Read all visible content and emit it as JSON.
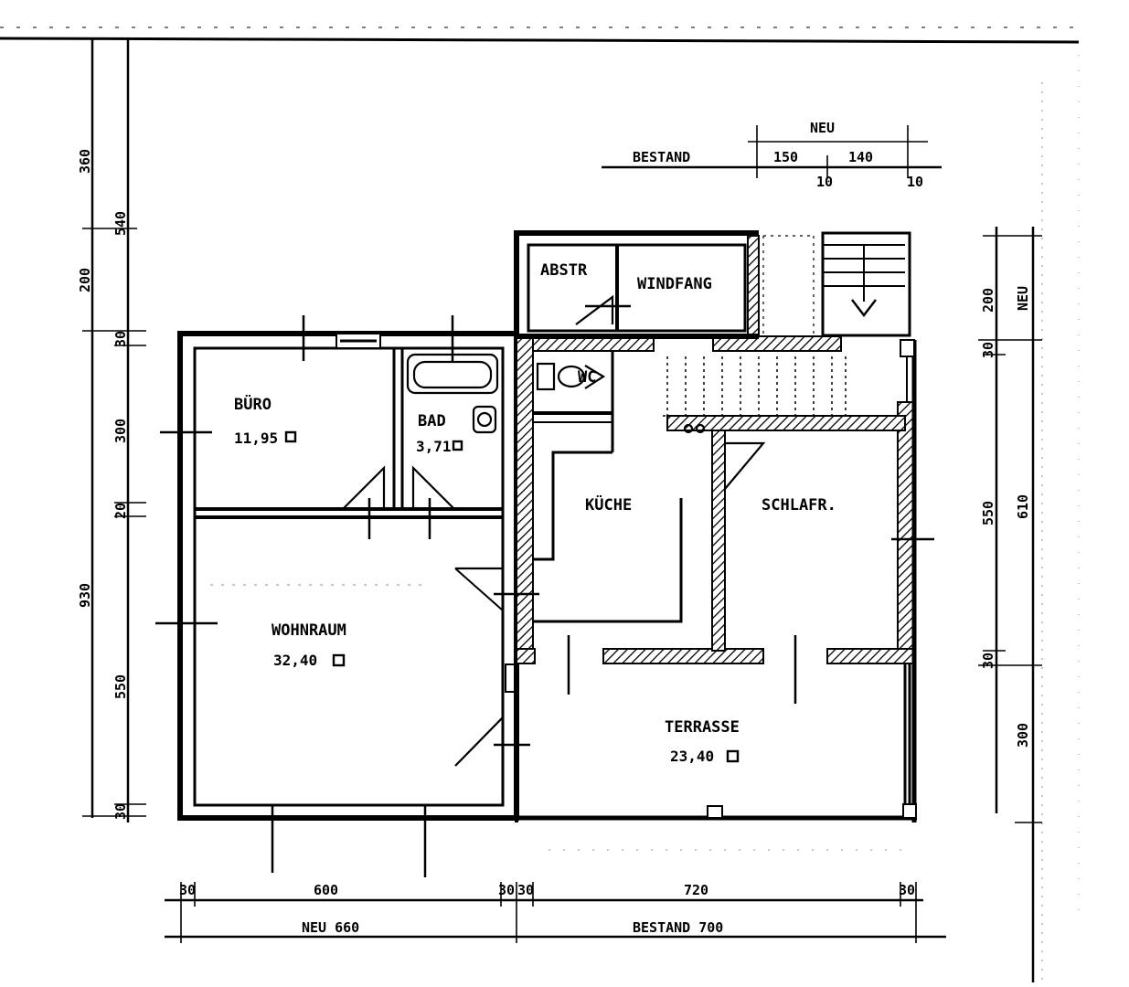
{
  "rooms": {
    "buero": {
      "name": "BÜRO",
      "area": "11,95"
    },
    "bad": {
      "name": "BAD",
      "area": "3,71"
    },
    "abstr": {
      "name": "ABSTR"
    },
    "windfang": {
      "name": "WINDFANG"
    },
    "wc": {
      "name": "WC"
    },
    "kueche": {
      "name": "KÜCHE"
    },
    "schlafr": {
      "name": "SCHLAFR."
    },
    "wohnraum": {
      "name": "WOHNRAUM",
      "area": "32,40"
    },
    "terrasse": {
      "name": "TERRASSE",
      "area": "23,40"
    }
  },
  "dimensions": {
    "left_outer": {
      "total": "930",
      "a": "360",
      "b": "550"
    },
    "left_inner": {
      "a": "540",
      "b": "200",
      "c": "30",
      "d": "300",
      "e": "20",
      "f": "30"
    },
    "top_right": {
      "neu": "NEU",
      "bestand": "BESTAND",
      "a": "150",
      "b": "140",
      "c": "10",
      "d": "10"
    },
    "right": {
      "a": "200",
      "neu": "NEU",
      "b": "30",
      "c": "550",
      "d": "610",
      "e": "30",
      "f": "300"
    },
    "bottom_inner": {
      "a": "30",
      "b": "600",
      "c": "30",
      "d": "30",
      "e": "720",
      "f": "30"
    },
    "bottom_outer": {
      "neu": "NEU 660",
      "bestand": "BESTAND 700"
    }
  }
}
